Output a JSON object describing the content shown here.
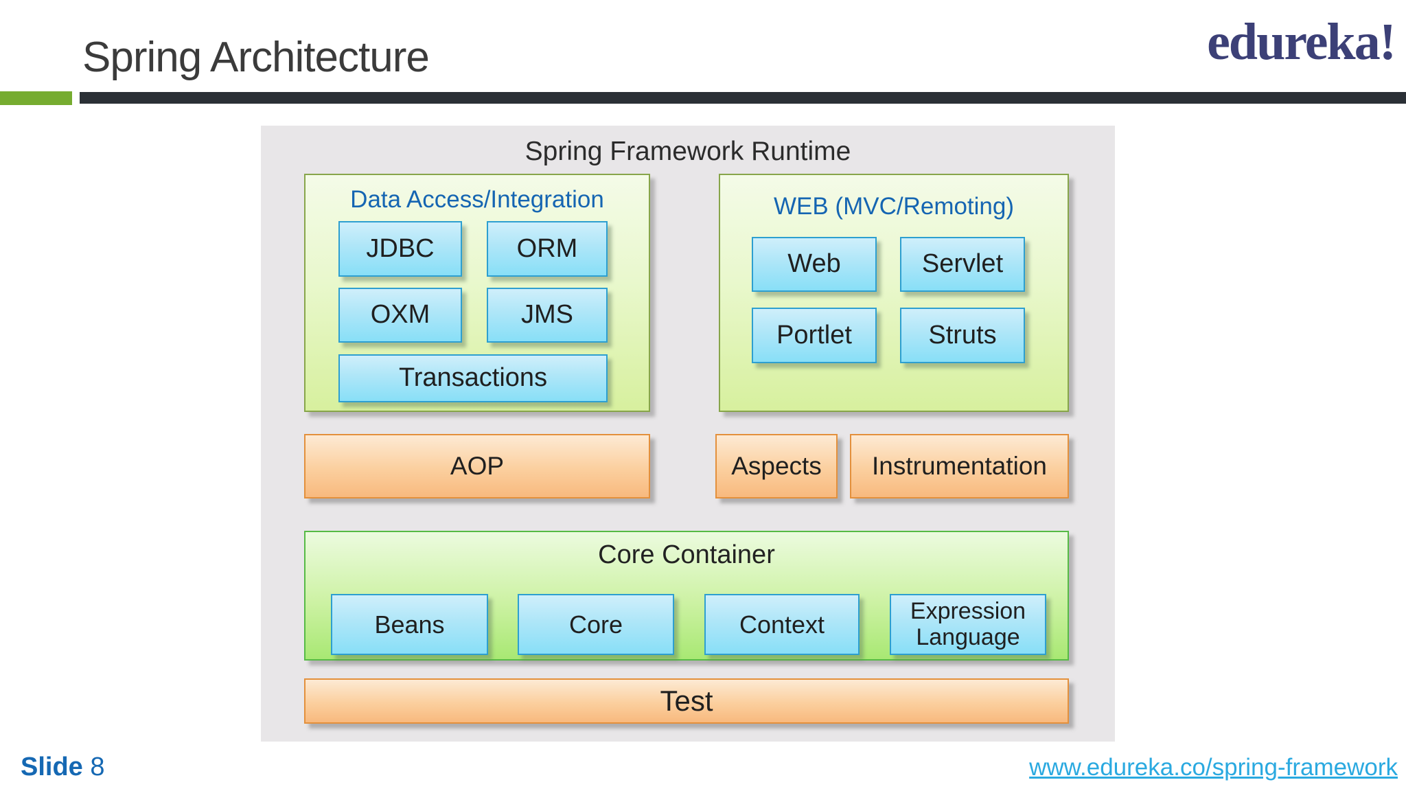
{
  "header": {
    "title": "Spring Architecture",
    "logo_text": "edureka!"
  },
  "diagram": {
    "title": "Spring Framework Runtime",
    "data_access": {
      "title": "Data Access/Integration",
      "items": [
        "JDBC",
        "ORM",
        "OXM",
        "JMS",
        "Transactions"
      ]
    },
    "web": {
      "title": "WEB (MVC/Remoting)",
      "items": [
        "Web",
        "Servlet",
        "Portlet",
        "Struts"
      ]
    },
    "middle_row": {
      "aop": "AOP",
      "aspects": "Aspects",
      "instrumentation": "Instrumentation"
    },
    "core_container": {
      "title": "Core Container",
      "items": [
        "Beans",
        "Core",
        "Context",
        "Expression Language"
      ]
    },
    "test": "Test"
  },
  "footer": {
    "slide_label": "Slide",
    "slide_number": "8",
    "link": "www.edureka.co/spring-framework"
  },
  "colors": {
    "accent_green_bar": "#76ac30",
    "header_bar_dark": "#2b3036",
    "logo_navy": "#3c4077",
    "panel_gray": "#e8e6e8",
    "section_title_blue": "#1565b2",
    "green_box_border": "#87a54a",
    "core_box_border": "#56ba45",
    "blue_box_border": "#2d9fd0",
    "orange_box_border": "#e3903c",
    "footer_blue": "#1568b3",
    "link_blue": "#2aa9e0"
  }
}
